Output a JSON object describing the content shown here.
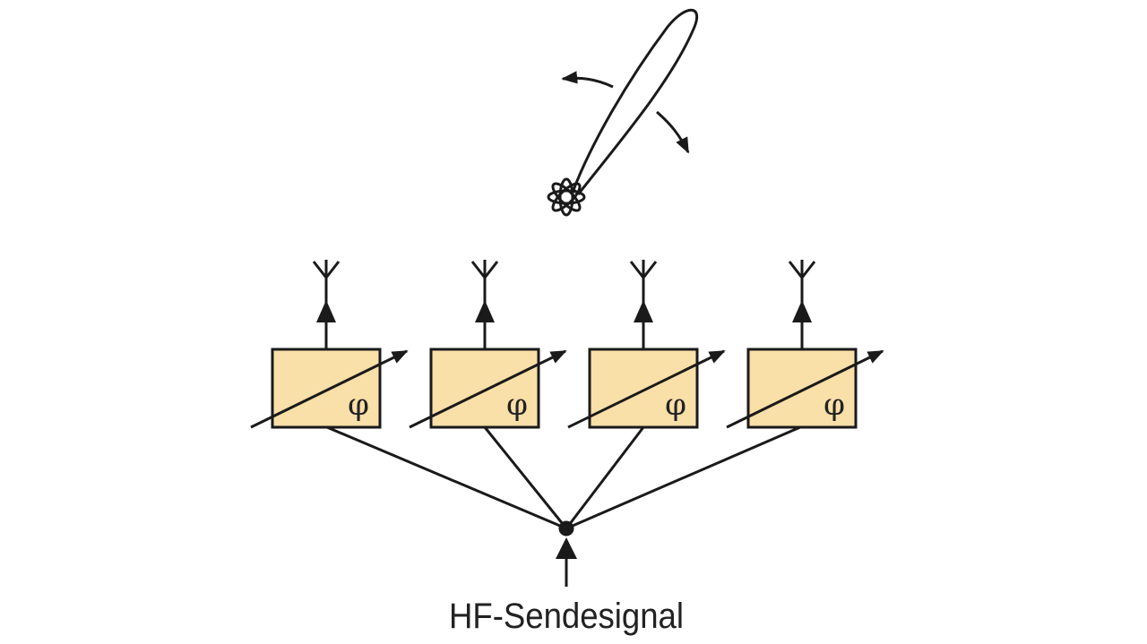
{
  "diagram": {
    "input_label": "HF-Sendesignal",
    "phase_symbol": "φ",
    "element_count": 4,
    "colors": {
      "box_fill": "#f9dfa8",
      "stroke": "#1a1a1a"
    }
  }
}
